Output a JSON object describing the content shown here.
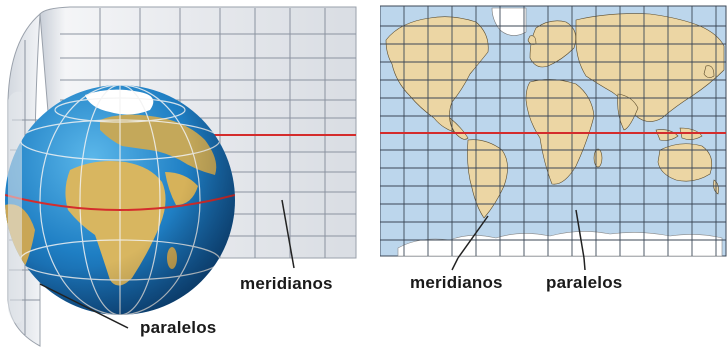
{
  "left_figure": {
    "label_meridians": "meridianos",
    "label_parallels": "paralelos"
  },
  "right_figure": {
    "label_meridians": "meridianos",
    "label_parallels": "paralelos"
  },
  "colors": {
    "ocean_map": "#bcd6ec",
    "land_map": "#ecd6a4",
    "grid_map": "#3b4756",
    "equator": "#d42c2c",
    "cylinder": "#e9ebef",
    "cylinder_grid": "#8b93a0",
    "globe_ocean": "#1e7ec2",
    "globe_land": "#d8b660",
    "ice": "#ffffff"
  }
}
